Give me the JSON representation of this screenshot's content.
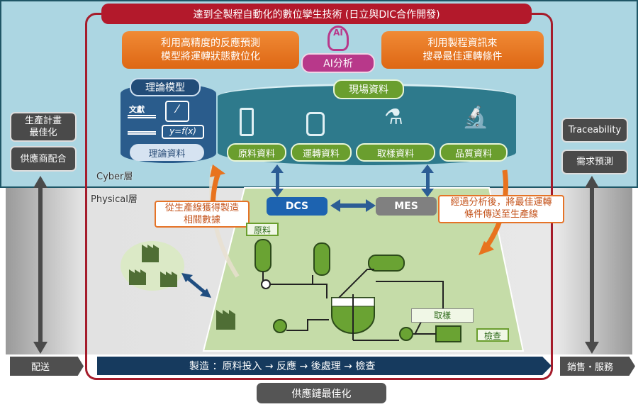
{
  "title": "達到全製程自動化的數位孿生技術 (日立與DIC合作開發)",
  "left_orange": [
    "利用高精度的反應預測",
    "模型將運轉狀態數位化"
  ],
  "right_orange": [
    "利用製程資訊來",
    "搜尋最佳運轉條件"
  ],
  "ai": {
    "icon_text": "AI",
    "label": "AI分析"
  },
  "theory": {
    "title": "理論模型",
    "doc_label": "文獻",
    "formula": "y=f(x)",
    "data_label": "理論資料"
  },
  "field": {
    "title": "現場資料",
    "items": [
      "原料資料",
      "運轉資料",
      "取樣資料",
      "品質資料"
    ]
  },
  "left_side": [
    "生產計畫",
    "最佳化",
    "供應商配合"
  ],
  "right_side": [
    "Traceability",
    "需求預測"
  ],
  "layers": {
    "cyber": "Cyber層",
    "physical": "Physical層"
  },
  "dcs": "DCS",
  "mes": "MES",
  "callout_left": [
    "從生產線獲得製造",
    "相關數據"
  ],
  "callout_right": [
    "經過分析後，將最佳運轉",
    "條件傳送至生產線"
  ],
  "process": {
    "raw": "原料",
    "sample": "取樣",
    "inspect": "檢查"
  },
  "bottom": {
    "left": "配送",
    "main": "製造 ：原料投入 → 反應 → 後處理 → 檢查",
    "right": "銷售・服務",
    "footer": "供應鏈最佳化"
  },
  "colors": {
    "frame": "#a51c2b",
    "orange": "#e8731e",
    "ai": "#b8388a",
    "dcs": "#1d63b0",
    "green": "#6a9e2e",
    "navy": "#163a5e"
  }
}
